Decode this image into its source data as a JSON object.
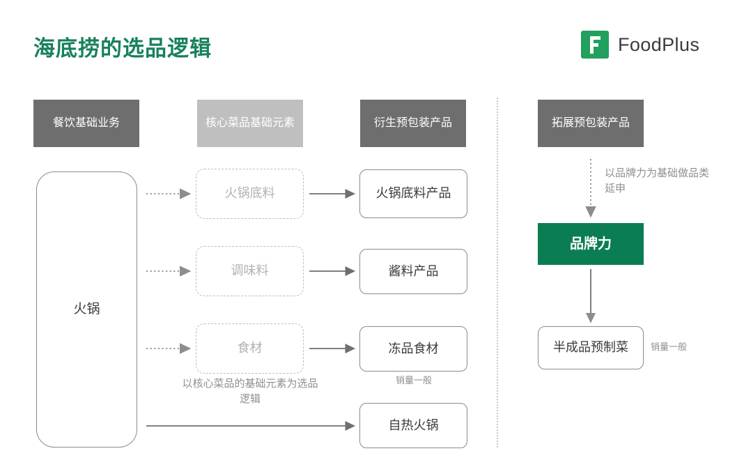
{
  "header": {
    "title": "海底捞的选品逻辑",
    "brand_name": "FoodPlus",
    "brand_icon": "foodplus-f-logo",
    "title_color": "#17815a",
    "brand_color": "#22a05e"
  },
  "columns": [
    {
      "label": "餐饮基础业务",
      "tone": "dark"
    },
    {
      "label": "核心菜品基础元素",
      "tone": "light"
    },
    {
      "label": "衍生预包装产品",
      "tone": "dark"
    },
    {
      "label": "拓展预包装产品",
      "tone": "dark"
    }
  ],
  "base_node": {
    "label": "火锅"
  },
  "element_nodes": [
    {
      "label": "火锅底料"
    },
    {
      "label": "调味料"
    },
    {
      "label": "食材"
    }
  ],
  "product_nodes": [
    {
      "label": "火锅底料产品"
    },
    {
      "label": "酱料产品"
    },
    {
      "label": "冻品食材"
    },
    {
      "label": "自热火锅"
    }
  ],
  "captions": {
    "selection_logic": "以核心菜品的基础元素为选品逻辑",
    "frozen_sales": "销量一般",
    "brand_extension": "以品牌力为基础做品类延申",
    "prepared_sales": "销量一般"
  },
  "brand_power": {
    "label": "品牌力",
    "color": "#0b7d52"
  },
  "prepared_node": {
    "label": "半成品预制菜"
  }
}
